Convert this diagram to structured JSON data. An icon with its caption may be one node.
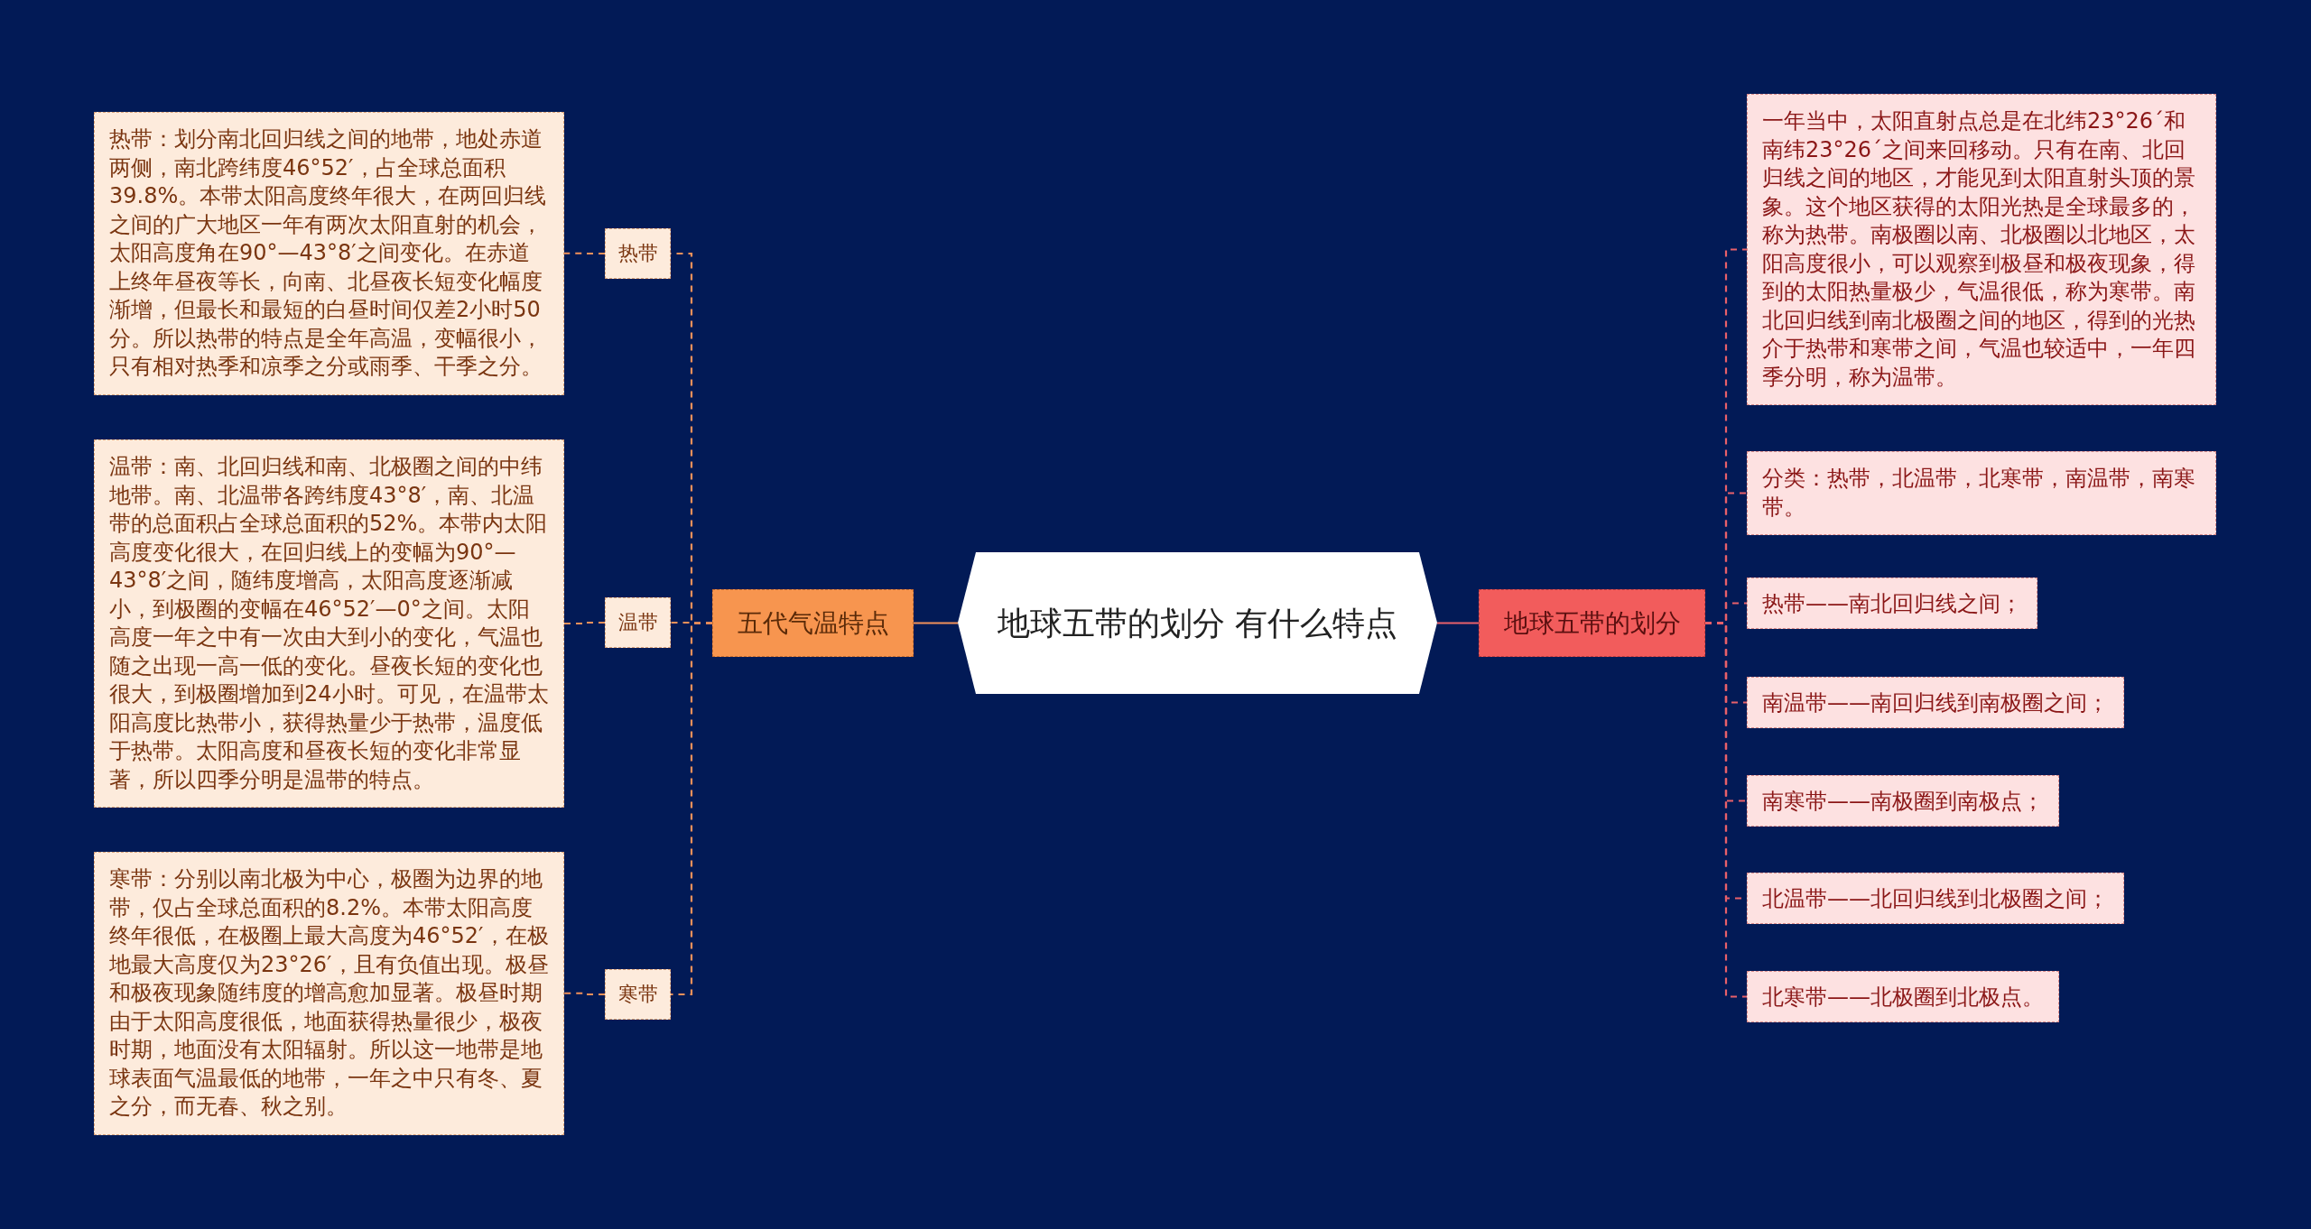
{
  "diagram": {
    "nodes": [
      {
        "text": [
          "地球五带的划分 有什么特点"
        ]
      },
      {
        "text": [
          "五代气温特点"
        ]
      },
      {
        "text": [
          "热带"
        ]
      },
      {
        "text": [
          "热带：划分南北回归线之间的地带，地处赤道两侧，南北跨纬度46°52′，占全球总面积39.8%。本带太阳高度终年很大，在两回归线之间的广大地区一年有两次太阳直射的机会，太阳高度角在90°—43°8′之间变化。在赤道上终年昼夜等长，向南、北昼夜长短变化幅度渐增，但最长和最短的白昼时间仅差2小时50分。所以热带的特点是全年高温，变幅很小，只有相对热季和凉季之分或雨季、干季之分。"
        ]
      },
      {
        "text": [
          "温带"
        ]
      },
      {
        "text": [
          "温带：南、北回归线和南、北极圈之间的中纬地带。南、北温带各跨纬度43°8′，南、北温带的总面积占全球总面积的52%。本带内太阳高度变化很大，在回归线上的变幅为90°—43°8′之间，随纬度增高，太阳高度逐渐减小，到极圈的变幅在46°52′—0°之间。太阳高度一年之中有一次由大到小的变化，气温也随之出现一高一低的变化。昼夜长短的变化也很大，到极圈增加到24小时。可见，在温带太阳高度比热带小，获得热量少于热带，温度低于热带。太阳高度和昼夜长短的变化非常显著，所以四季分明是温带的特点。"
        ]
      },
      {
        "text": [
          "寒带"
        ]
      },
      {
        "text": [
          "寒带：分别以南北极为中心，极圈为边界的地带，仅占全球总面积的8.2%。本带太阳高度终年很低，在极圈上最大高度为46°52′，在极地最大高度仅为23°26′，且有负值出现。极昼和极夜现象随纬度的增高愈加显著。极昼时期由于太阳高度很低，地面获得热量很少，极夜时期，地面没有太阳辐射。所以这一地带是地球表面气温最低的地带，一年之中只有冬、夏之分，而无春、秋之别。"
        ]
      },
      {
        "text": [
          "地球五带的划分"
        ]
      },
      {
        "text": [
          "一年当中，太阳直射点总是在北纬23°26´和南纬23°26´之间来回移动。只有在南、北回归线之间的地区，才能见到太阳直射头顶的景象。这个地区获得的太阳光热是全球最多的，称为热带。南极圈以南、北极圈以北地区，太阳高度很小，可以观察到极昼和极夜现象，得到的太阳热量极少，气温很低，称为寒带。南北回归线到南北极圈之间的地区，得到的光热介于热带和寒带之间，气温也较适中，一年四季分明，称为温带。"
        ]
      },
      {
        "text": [
          "分类：热带，北温带，北寒带，南温带，南寒带。"
        ]
      },
      {
        "text": [
          "热带——南北回归线之间；"
        ]
      },
      {
        "text": [
          "南温带——南回归线到南极圈之间；"
        ]
      },
      {
        "text": [
          "南寒带——南极圈到南极点；"
        ]
      },
      {
        "text": [
          "北温带——北回归线到北极圈之间；"
        ]
      },
      {
        "text": [
          "北寒带——北极圈到北极点。"
        ]
      }
    ],
    "edges": [
      {
        "from": 0,
        "to": 1,
        "arrow": "none",
        "color": "#f2915a"
      },
      {
        "from": 0,
        "to": 8,
        "arrow": "none"
      },
      {
        "from": 1,
        "to": 2,
        "arrow": "none",
        "style": "dashed",
        "color": "#f2915a"
      },
      {
        "from": 2,
        "to": 3,
        "arrow": "none",
        "style": "dashed",
        "color": "#f2915a"
      },
      {
        "from": 1,
        "to": 4,
        "arrow": "none",
        "style": "dashed",
        "color": "#f2915a"
      },
      {
        "from": 4,
        "to": 5,
        "arrow": "none",
        "style": "dashed",
        "color": "#f2915a"
      },
      {
        "from": 1,
        "to": 6,
        "arrow": "none",
        "style": "dashed",
        "color": "#f2915a"
      },
      {
        "from": 6,
        "to": 7,
        "arrow": "none",
        "style": "dashed",
        "color": "#f2915a"
      },
      {
        "from": 8,
        "to": 9,
        "arrow": "none",
        "style": "dashed"
      },
      {
        "from": 8,
        "to": 10,
        "arrow": "none",
        "style": "dashed"
      },
      {
        "from": 8,
        "to": 11,
        "arrow": "none",
        "style": "dashed"
      },
      {
        "from": 8,
        "to": 12,
        "arrow": "none",
        "style": "dashed"
      },
      {
        "from": 8,
        "to": 13,
        "arrow": "none",
        "style": "dashed"
      },
      {
        "from": 8,
        "to": 14,
        "arrow": "none",
        "style": "dashed"
      },
      {
        "from": 8,
        "to": 15,
        "arrow": "none",
        "style": "dashed"
      }
    ]
  }
}
